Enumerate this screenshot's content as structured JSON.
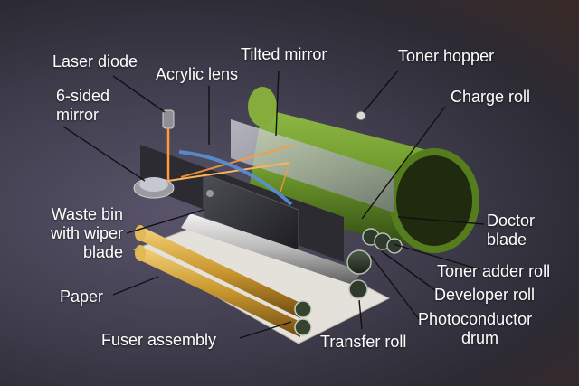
{
  "labels": {
    "laser_diode": "Laser diode",
    "tilted_mirror": "Tilted mirror",
    "toner_hopper": "Toner hopper",
    "acrylic_lens": "Acrylic lens",
    "six_sided_mirror_line1": "6-sided",
    "six_sided_mirror_line2": "mirror",
    "charge_roll": "Charge roll",
    "waste_bin_line1": "Waste bin",
    "waste_bin_line2": "with wiper",
    "waste_bin_line3": "blade",
    "doctor_blade_line1": "Doctor",
    "doctor_blade_line2": "blade",
    "toner_adder_roll": "Toner adder roll",
    "paper": "Paper",
    "developer_roll": "Developer roll",
    "photoconductor_line1": "Photoconductor",
    "photoconductor_line2": "drum",
    "fuser_assembly": "Fuser assembly",
    "transfer_roll": "Transfer roll"
  },
  "colors": {
    "hopper_green": "#6f9a2c",
    "fuser_gold": "#c9962e",
    "laser_orange": "#ff9a3a",
    "lens_blue": "#5a8fd8",
    "leader_line": "#111111"
  }
}
